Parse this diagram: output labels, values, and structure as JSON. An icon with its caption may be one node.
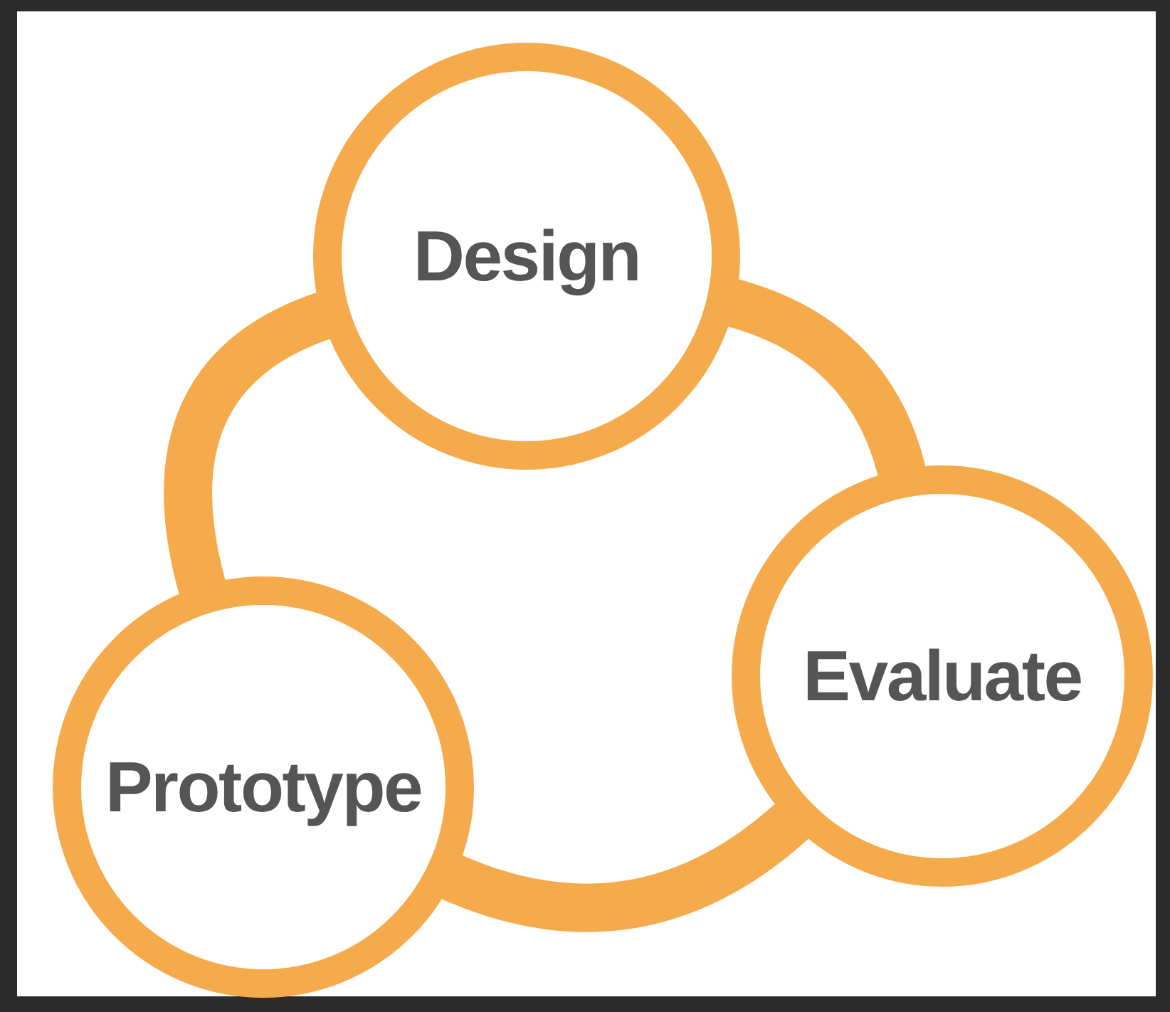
{
  "diagram": {
    "nodes": [
      {
        "text": [
          "Design"
        ]
      },
      {
        "text": [
          "Evaluate"
        ]
      },
      {
        "text": [
          "Prototype"
        ]
      }
    ],
    "edges": [
      {
        "from": 0,
        "to": 1,
        "arrow": "none"
      },
      {
        "from": 1,
        "to": 2,
        "arrow": "none"
      },
      {
        "from": 2,
        "to": 0,
        "arrow": "none"
      }
    ]
  }
}
